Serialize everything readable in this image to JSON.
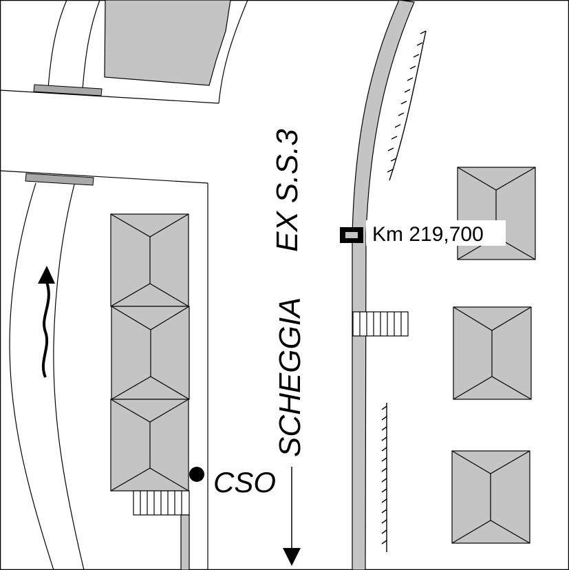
{
  "map": {
    "road_label_1": "SCHEGGIA",
    "road_label_2": "EX S.S.3",
    "km_marker": "Km 219,700",
    "point_label": "CSO"
  },
  "colors": {
    "background": "#ffffff",
    "building_fill": "#c4c4c4",
    "line": "#000000"
  },
  "icons": [
    "flow-arrow-icon",
    "direction-arrow-icon",
    "km-marker-icon",
    "point-marker-icon"
  ]
}
